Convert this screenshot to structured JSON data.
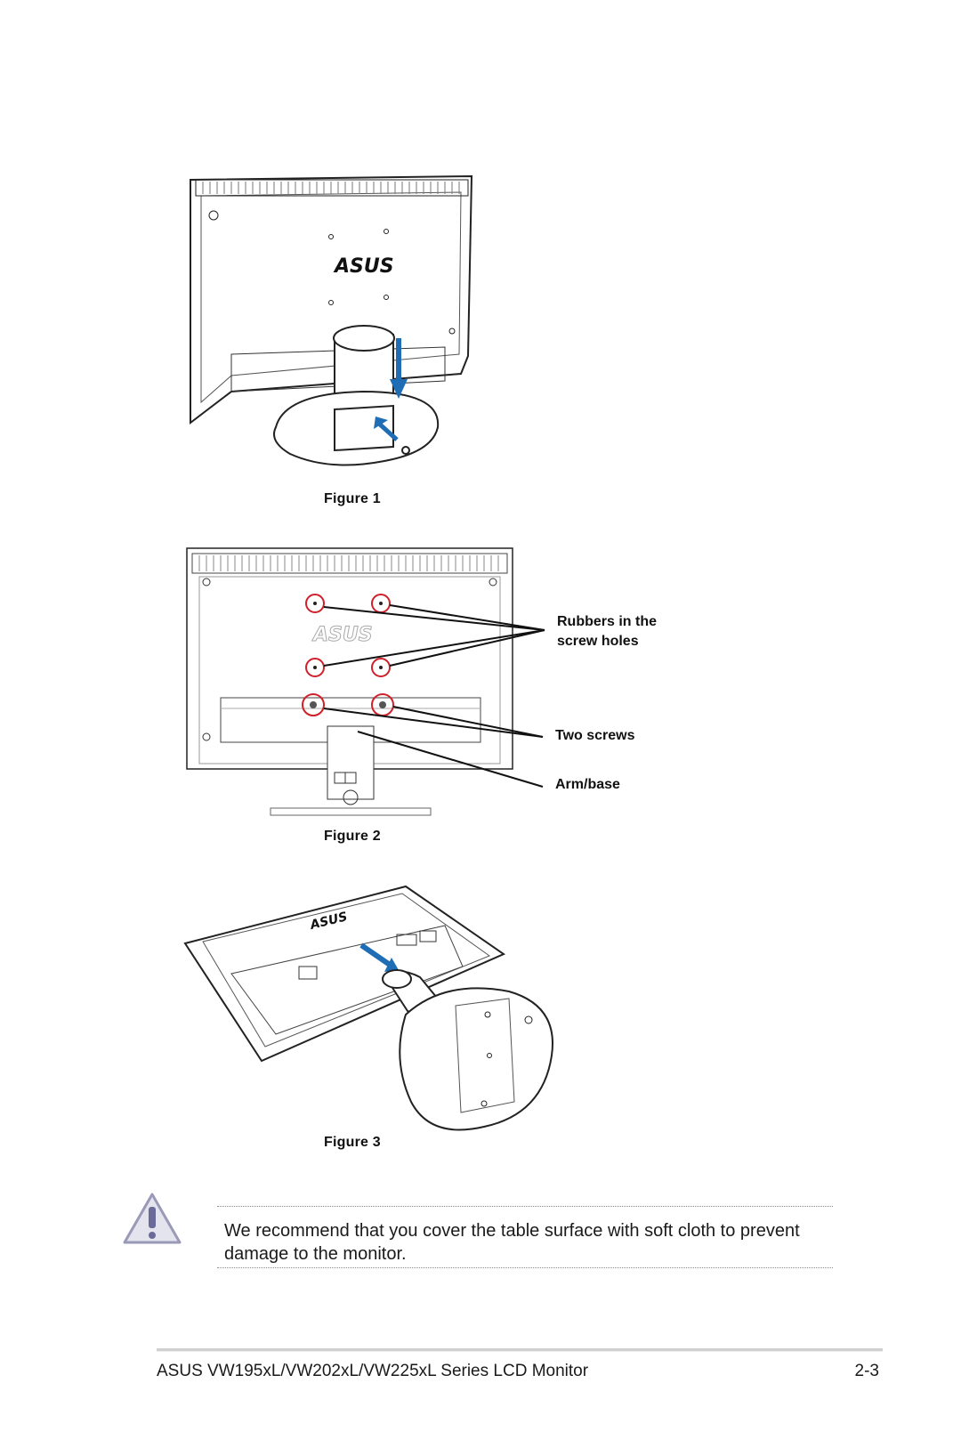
{
  "figures": [
    {
      "caption": "Figure 1",
      "logo_text": "ASUS"
    },
    {
      "caption": "Figure 2",
      "logo_text": "ASUS",
      "callouts": {
        "rubbers_line1": "Rubbers in the",
        "rubbers_line2": "screw holes",
        "screws": "Two screws",
        "arm_base": "Arm/base"
      }
    },
    {
      "caption": "Figure 3",
      "logo_text": "ASUS"
    }
  ],
  "note": {
    "icon": "warning-triangle-icon",
    "text": "We recommend that you cover the table surface with soft cloth to prevent damage to the monitor."
  },
  "footer": {
    "title": "ASUS VW195xL/VW202xL/VW225xL Series LCD Monitor",
    "page": "2-3"
  },
  "colors": {
    "arrow_blue": "#1f6db5",
    "callout_red": "#d0202a",
    "line": "#222222"
  }
}
